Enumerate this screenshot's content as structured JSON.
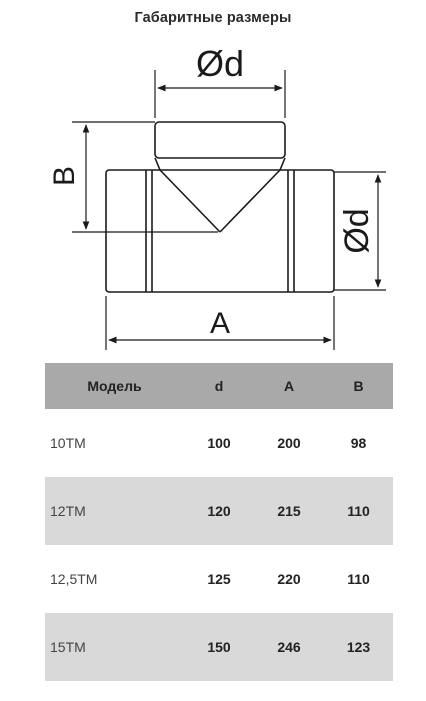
{
  "title": "Габаритные размеры",
  "diagram": {
    "label_diameter_top": "Ød",
    "label_diameter_side": "Ød",
    "label_B": "B",
    "label_A": "A"
  },
  "table": {
    "headers": [
      "Модель",
      "d",
      "A",
      "B"
    ],
    "rows": [
      {
        "model": "10TM",
        "d": "100",
        "A": "200",
        "B": "98",
        "shaded": false
      },
      {
        "model": "12TM",
        "d": "120",
        "A": "215",
        "B": "110",
        "shaded": true
      },
      {
        "model": "12,5TM",
        "d": "125",
        "A": "220",
        "B": "110",
        "shaded": false
      },
      {
        "model": "15TM",
        "d": "150",
        "A": "246",
        "B": "123",
        "shaded": true
      }
    ]
  }
}
